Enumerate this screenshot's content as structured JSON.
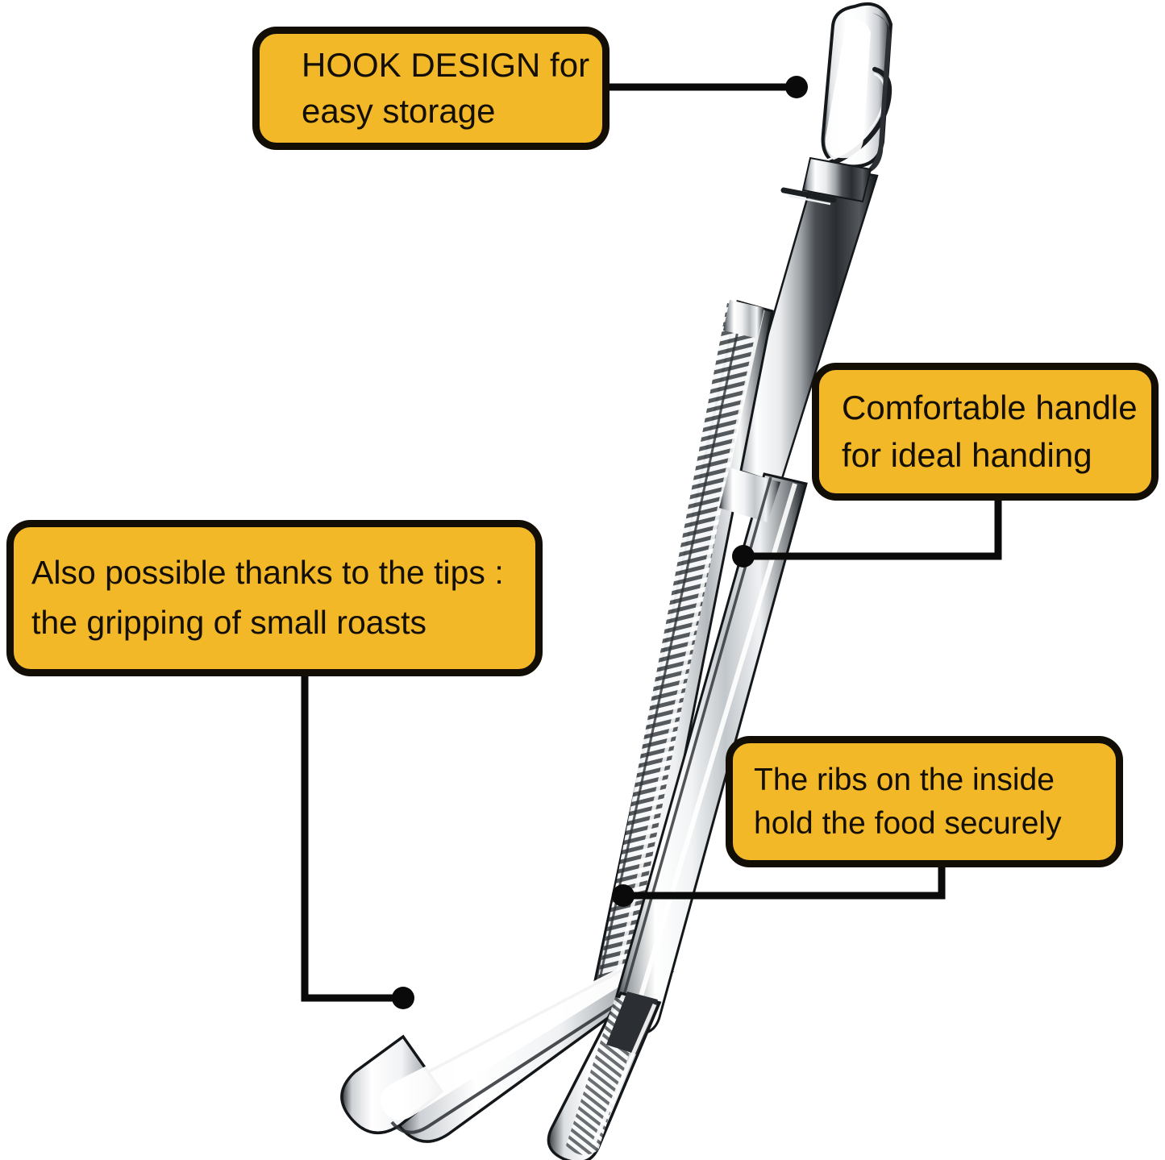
{
  "image": {
    "subject": "stainless-steel kitchen tweezers / food tongs",
    "background_color": "#FFFFFF"
  },
  "style": {
    "callout_fill": "#F2B827",
    "callout_border": "#120E06",
    "text_color": "#140F05",
    "leader_color": "#0A0A0A",
    "metal_light": "#FFFFFF",
    "metal_mid": "#C9CCCF",
    "metal_dark": "#3C4044",
    "metal_shadow": "#1A1D20"
  },
  "callouts": [
    {
      "id": "hook-design",
      "line1": "HOOK DESIGN for",
      "line2": "easy storage",
      "leader": "straight-right-to-hook"
    },
    {
      "id": "comfortable-handle",
      "line1": "Comfortable handle",
      "line2": "for ideal handing",
      "leader": "elbow-down-left-to-handle"
    },
    {
      "id": "small-roasts",
      "line1": "Also possible thanks to the tips :",
      "line2": "the gripping of small roasts",
      "leader": "elbow-down-right-to-left-tip"
    },
    {
      "id": "ribs-inside",
      "line1": "The ribs on the inside",
      "line2": "hold the food securely",
      "leader": "elbow-down-left-to-right-arm"
    }
  ],
  "product_parts": [
    {
      "name": "hook-clip",
      "description": "rounded metal tab with wire clip at the top for hanging"
    },
    {
      "name": "handle-arm-left",
      "description": "long tapered arm with fine horizontal serrations"
    },
    {
      "name": "handle-arm-right",
      "description": "long smooth polished arm"
    },
    {
      "name": "tip-left",
      "description": "rounded smooth spoon-shaped tip"
    },
    {
      "name": "tip-right",
      "description": "rounded ribbed tip with dark band"
    }
  ]
}
